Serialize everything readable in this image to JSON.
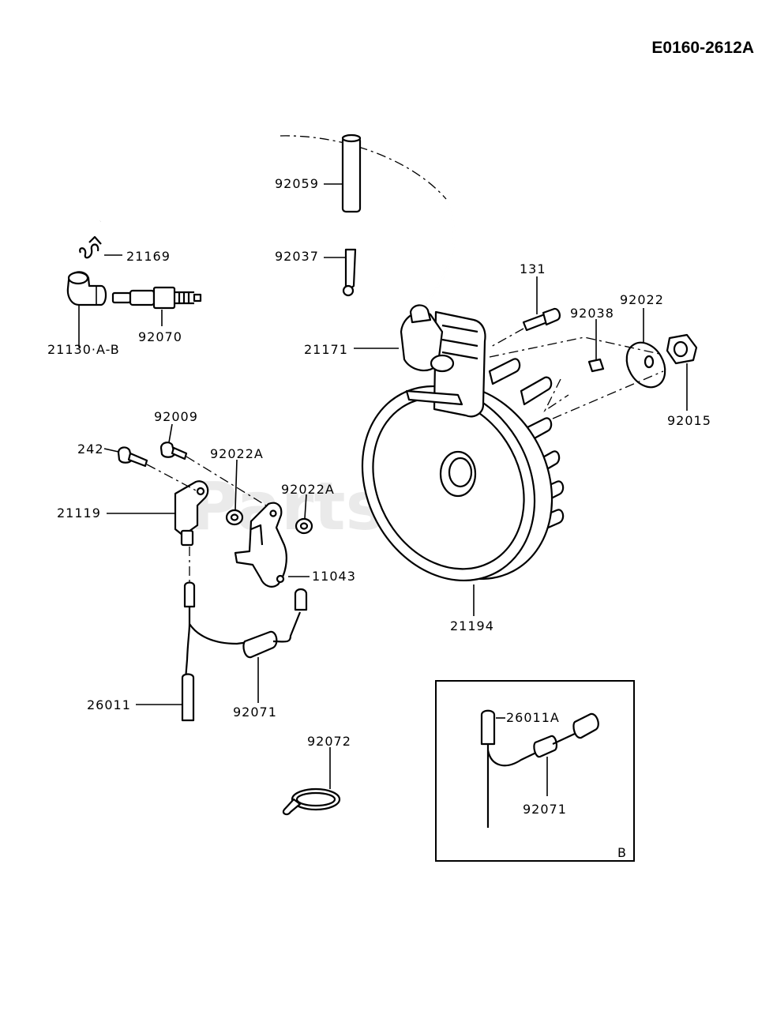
{
  "diagram_code": "E0160-2612A",
  "watermark": "PartsTree",
  "inset_tag": "B",
  "parts": {
    "p92059": "92059",
    "p92037": "92037",
    "p21169": "21169",
    "p21130": "21130·A-B",
    "p92070": "92070",
    "p131": "131",
    "p92022": "92022",
    "p92038": "92038",
    "p21171": "21171",
    "p92015": "92015",
    "p92009": "92009",
    "p242": "242",
    "p92022A_1": "92022A",
    "p92022A_2": "92022A",
    "p21119": "21119",
    "p11043": "11043",
    "p21194": "21194",
    "p26011": "26011",
    "p92071": "92071",
    "p92072": "92072",
    "p26011A": "26011A",
    "p92071B": "92071"
  }
}
